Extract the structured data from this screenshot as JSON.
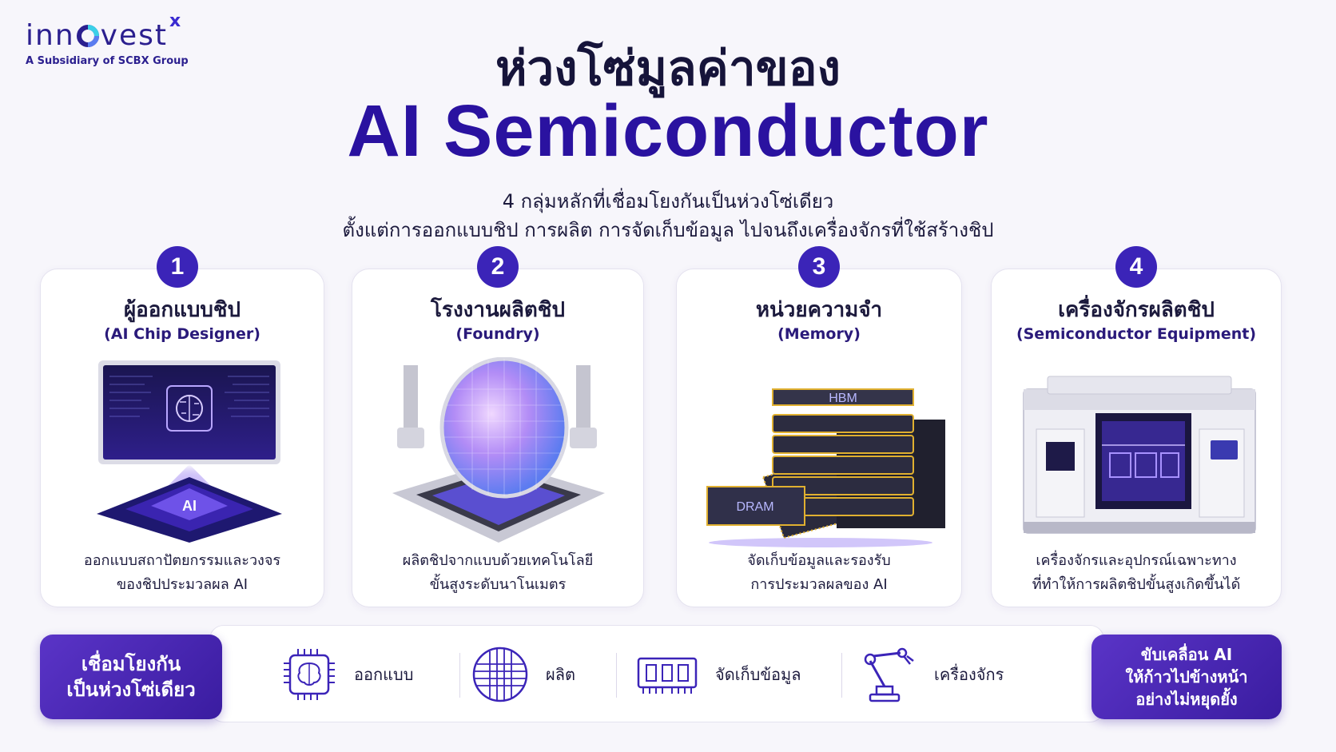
{
  "brand": {
    "logo_text_1": "inn",
    "logo_text_2": "vest",
    "logo_x": "x",
    "subtitle": "A Subsidiary of SCBX Group"
  },
  "header": {
    "title_thai": "ห่วงโซ่มูลค่าของ",
    "title_en": "AI Semiconductor",
    "subtitle_1": "4 กลุ่มหลักที่เชื่อมโยงกันเป็นห่วงโซ่เดียว",
    "subtitle_2": "ตั้งแต่การออกแบบชิป การผลิต การจัดเก็บข้อมูล ไปจนถึงเครื่องจักรที่ใช้สร้างชิป"
  },
  "cards": [
    {
      "number": "1",
      "title": "ผู้ออกแบบชิป",
      "subtitle": "(AI Chip Designer)",
      "desc_1": "ออกแบบสถาปัตยกรรมและวงจร",
      "desc_2": "ของชิปประมวลผล AI",
      "img_label": "AI"
    },
    {
      "number": "2",
      "title": "โรงงานผลิตชิป",
      "subtitle": "(Foundry)",
      "desc_1": "ผลิตชิปจากแบบด้วยเทคโนโลยี",
      "desc_2": "ขั้นสูงระดับนาโนเมตร"
    },
    {
      "number": "3",
      "title": "หน่วยความจำ",
      "subtitle": "(Memory)",
      "desc_1": "จัดเก็บข้อมูลและรองรับ",
      "desc_2": "การประมวลผลของ AI",
      "img_label_1": "HBM",
      "img_label_2": "DRAM"
    },
    {
      "number": "4",
      "title": "เครื่องจักรผลิตชิป",
      "subtitle": "(Semiconductor Equipment)",
      "desc_1": "เครื่องจักรและอุปกรณ์เฉพาะทาง",
      "desc_2": "ที่ทำให้การผลิตชิปขั้นสูงเกิดขึ้นได้"
    }
  ],
  "footer": {
    "left_line_1": "เชื่อมโยงกัน",
    "left_line_2": "เป็นห่วงโซ่เดียว",
    "items": [
      {
        "label": "ออกแบบ",
        "icon": "brain-chip-icon"
      },
      {
        "label": "ผลิต",
        "icon": "wafer-icon"
      },
      {
        "label": "จัดเก็บข้อมูล",
        "icon": "memory-module-icon"
      },
      {
        "label": "เครื่องจักร",
        "icon": "robot-arm-icon"
      }
    ],
    "right_line_1": "ขับเคลื่อน AI",
    "right_line_2": "ให้ก้าวไปข้างหน้า",
    "right_line_3": "อย่างไม่หยุดยั้ง"
  },
  "colors": {
    "accent": "#3b24b8",
    "title": "#2a12a0",
    "text": "#1c1a3d"
  }
}
